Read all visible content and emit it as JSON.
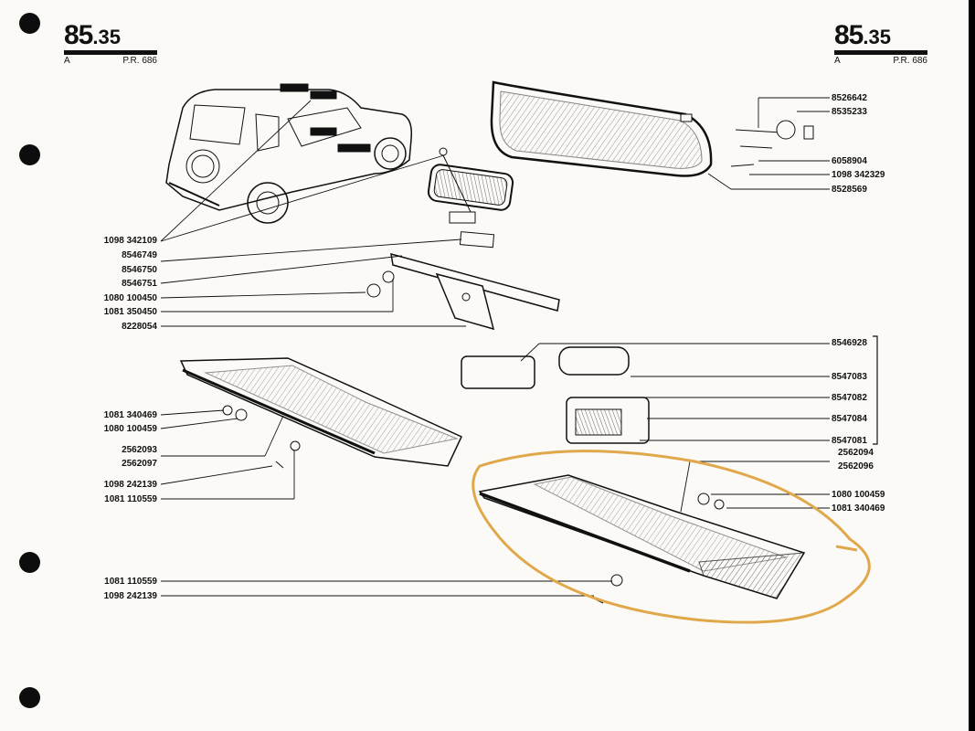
{
  "header": {
    "page_number": "85",
    "page_suffix": ".35",
    "section": "A",
    "ref": "P.R. 686"
  },
  "part_numbers_left": [
    "1098  342109",
    "8546749",
    "8546750",
    "8546751",
    "1080  100450",
    "1081  350450",
    "8228054",
    "1081  340469",
    "1080  100459",
    "2562093",
    "2562097",
    "1098  242139",
    "1081  110559",
    "1081  110559",
    "1098  242139"
  ],
  "part_numbers_right": [
    "8526642",
    "8535233",
    "6058904",
    "1098  342329",
    "8528569",
    "8546928",
    "8547083",
    "8547082",
    "8547084",
    "8547081",
    "2562094",
    "2562096",
    "1080  100459",
    "1081  340469"
  ],
  "highlight": {
    "color": "#e0a84a"
  }
}
